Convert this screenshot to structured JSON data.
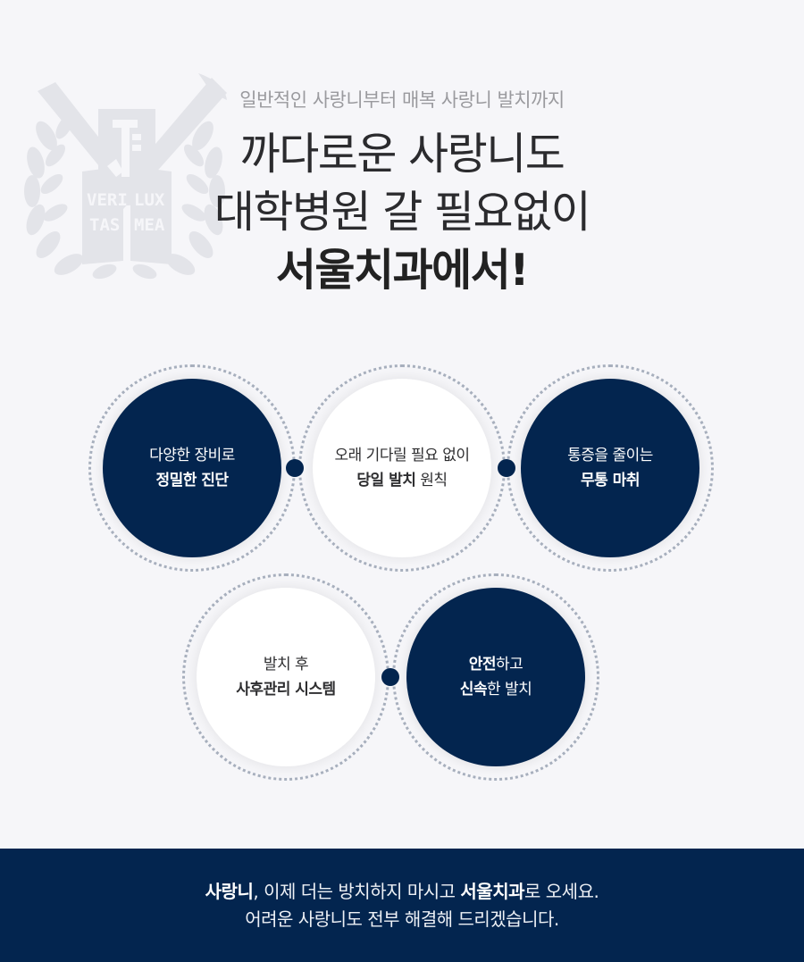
{
  "colors": {
    "background": "#f6f6f9",
    "navy": "#03254f",
    "white": "#ffffff",
    "ring_dots": "#a7afbd",
    "subtitle": "#9a9a9e",
    "headline": "#2b2b2e",
    "emblem": "#e3e4e9"
  },
  "emblem": {
    "icon": "university-crest-watermark-icon",
    "book_left_top": "VERI",
    "book_left_bottom": "TAS",
    "book_right_top": "LUX",
    "book_right_bottom": "MEA"
  },
  "hero": {
    "subtitle": "일반적인 사랑니부터 매복 사랑니 발치까지",
    "headline_line1": "까다로운 사랑니도",
    "headline_line2": "대학병원 갈 필요없이",
    "headline_line3": "서울치과에서!"
  },
  "features": [
    {
      "style": "navy",
      "line1": "다양한 장비로",
      "line2_bold": "정밀한 진단",
      "line2_rest": ""
    },
    {
      "style": "white",
      "line1": "오래 기다릴 필요 없이",
      "line2_bold": "당일 발치",
      "line2_rest": " 원칙"
    },
    {
      "style": "navy",
      "line1": "통증을 줄이는",
      "line2_bold": "무통 마취",
      "line2_rest": ""
    },
    {
      "style": "white",
      "line1": "발치 후",
      "line2_bold": "사후관리 시스템",
      "line2_rest": ""
    },
    {
      "style": "navy",
      "line1_bold": "안전",
      "line1_rest": "하고",
      "line2_bold": "신속",
      "line2_rest": "한 발치"
    }
  ],
  "footer": {
    "line1_bold1": "사랑니",
    "line1_text1": ", 이제 더는 방치하지 마시고 ",
    "line1_bold2": "서울치과",
    "line1_text2": "로 오세요.",
    "line2": "어려운 사랑니도 전부 해결해 드리겠습니다."
  }
}
